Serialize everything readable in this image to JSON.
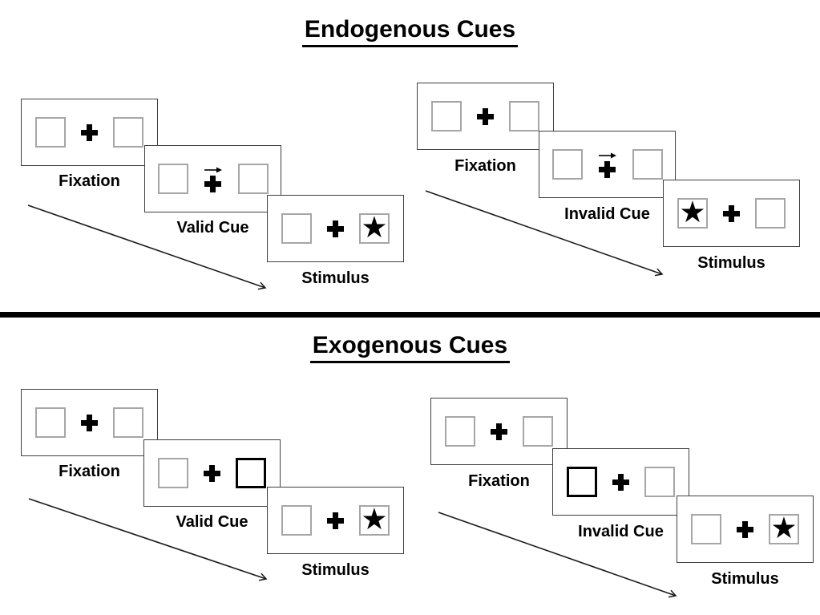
{
  "colors": {
    "background": "#ffffff",
    "panel_border": "#3f3f3f",
    "box_border": "#a6a6a6",
    "cue_box_border": "#000000",
    "ink": "#000000",
    "divider": "#000000"
  },
  "glyphs": {
    "star": "★"
  },
  "icons": {
    "fixation_cross": "plus-icon",
    "endogenous_cue": "right-arrow-icon",
    "sequence": "diagonal-down-right-arrow-icon"
  },
  "sections": {
    "endogenous": {
      "title": "Endogenous Cues",
      "valid": {
        "panels": {
          "fixation": {
            "label": "Fixation"
          },
          "cue": {
            "label": "Valid Cue",
            "cue_type": "central right-pointing arrow above fixation cross"
          },
          "stimulus": {
            "label": "Stimulus",
            "star_side": "right"
          }
        }
      },
      "invalid": {
        "panels": {
          "fixation": {
            "label": "Fixation"
          },
          "cue": {
            "label": "Invalid Cue",
            "cue_type": "central right-pointing arrow above fixation cross"
          },
          "stimulus": {
            "label": "Stimulus",
            "star_side": "left"
          }
        }
      }
    },
    "exogenous": {
      "title": "Exogenous Cues",
      "valid": {
        "panels": {
          "fixation": {
            "label": "Fixation"
          },
          "cue": {
            "label": "Valid Cue",
            "cue_type": "right box highlighted with bold border"
          },
          "stimulus": {
            "label": "Stimulus",
            "star_side": "right"
          }
        }
      },
      "invalid": {
        "panels": {
          "fixation": {
            "label": "Fixation"
          },
          "cue": {
            "label": "Invalid Cue",
            "cue_type": "left box highlighted with bold border"
          },
          "stimulus": {
            "label": "Stimulus",
            "star_side": "right"
          }
        }
      }
    }
  }
}
